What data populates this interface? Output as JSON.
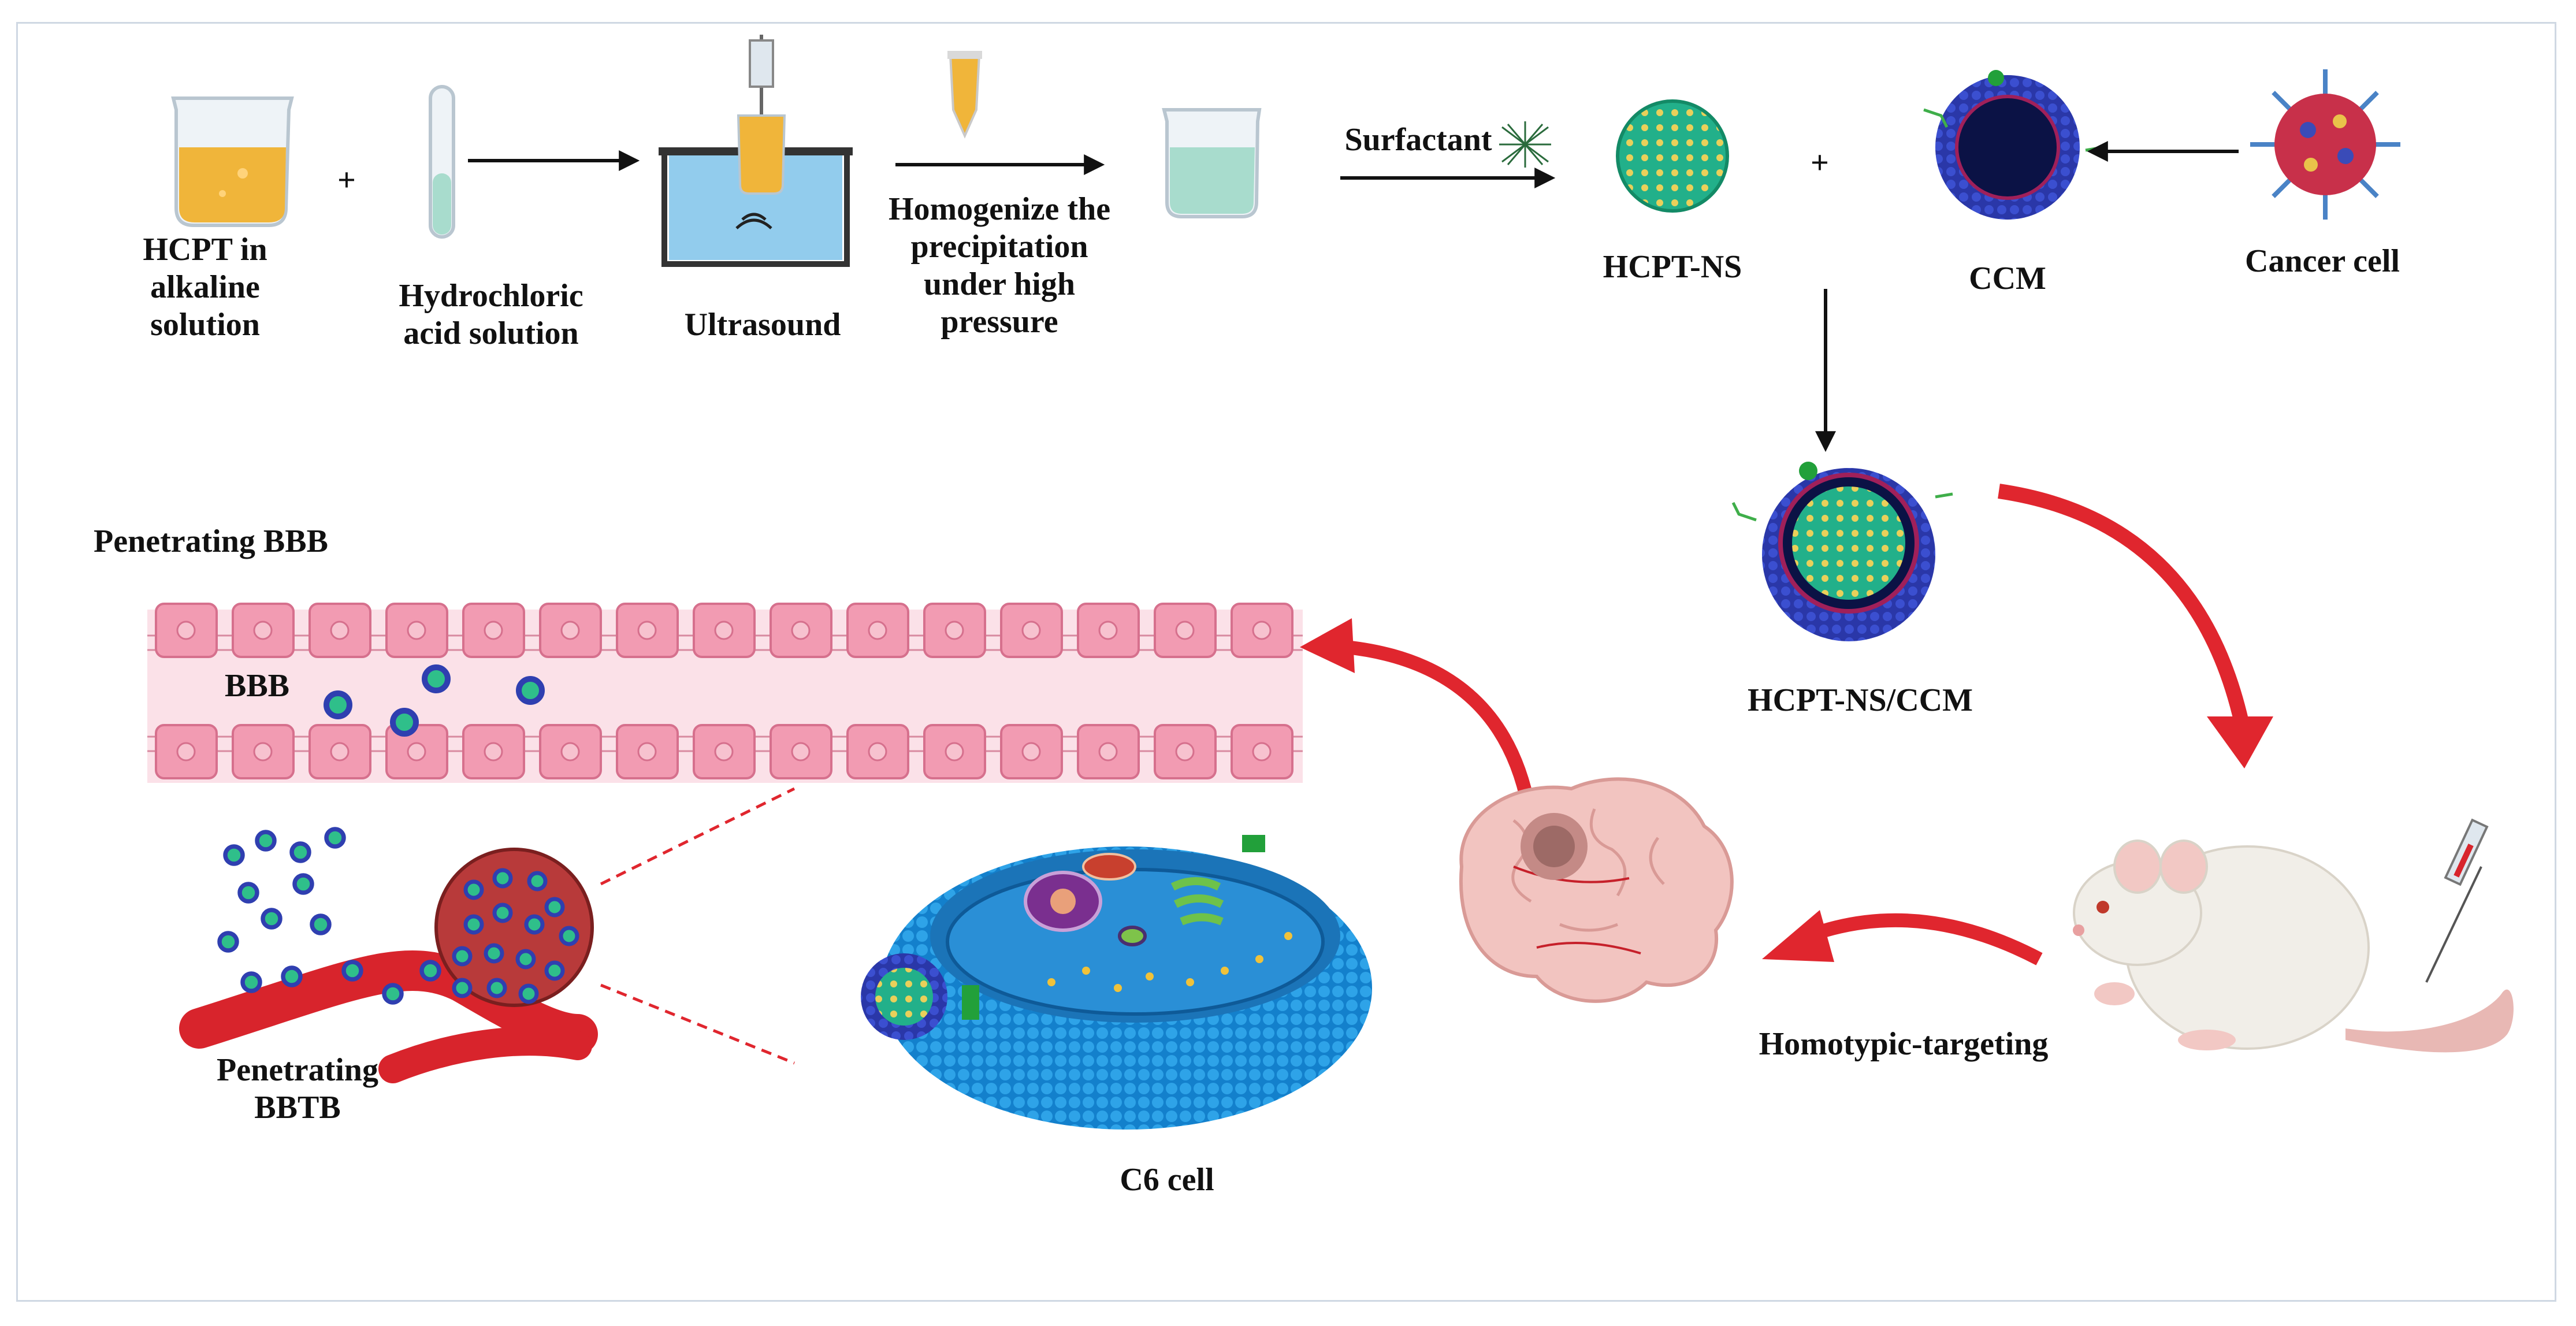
{
  "labels": {
    "hcpt_l1": "HCPT in",
    "hcpt_l2": "alkaline",
    "hcpt_l3": "solution",
    "hcl_l1": "Hydrochloric",
    "hcl_l2": "acid solution",
    "ultrasound": "Ultrasound",
    "homog_l1": "Homogenize the",
    "homog_l2": "precipitation",
    "homog_l3": "under high",
    "homog_l4": "pressure",
    "surfactant": "Surfactant",
    "hcpt_ns": "HCPT-NS",
    "ccm": "CCM",
    "cancer_cell": "Cancer cell",
    "hcpt_ns_ccm": "HCPT-NS/CCM",
    "penetrating_bbb": "Penetrating BBB",
    "bbb": "BBB",
    "pen_bbtb_l1": "Penetrating",
    "pen_bbtb_l2": "BBTB",
    "c6_cell": "C6 cell",
    "homotypic": "Homotypic-targeting",
    "plus": "+"
  },
  "colors": {
    "beaker_yellow": "#f0b53a",
    "beaker_green": "#a8dccd",
    "tank_blue": "#7fc3ea",
    "membrane_blue": "#2f3fb0",
    "nanosphere_green": "#2fbf8a",
    "bbb_pink": "#f4a6ba",
    "vessel_red": "#d8242c",
    "arrow_red": "#e0262e",
    "c6_blue": "#1b8fd6",
    "brain_pink": "#f2c4c0",
    "mouse_white": "#f1eee8"
  }
}
